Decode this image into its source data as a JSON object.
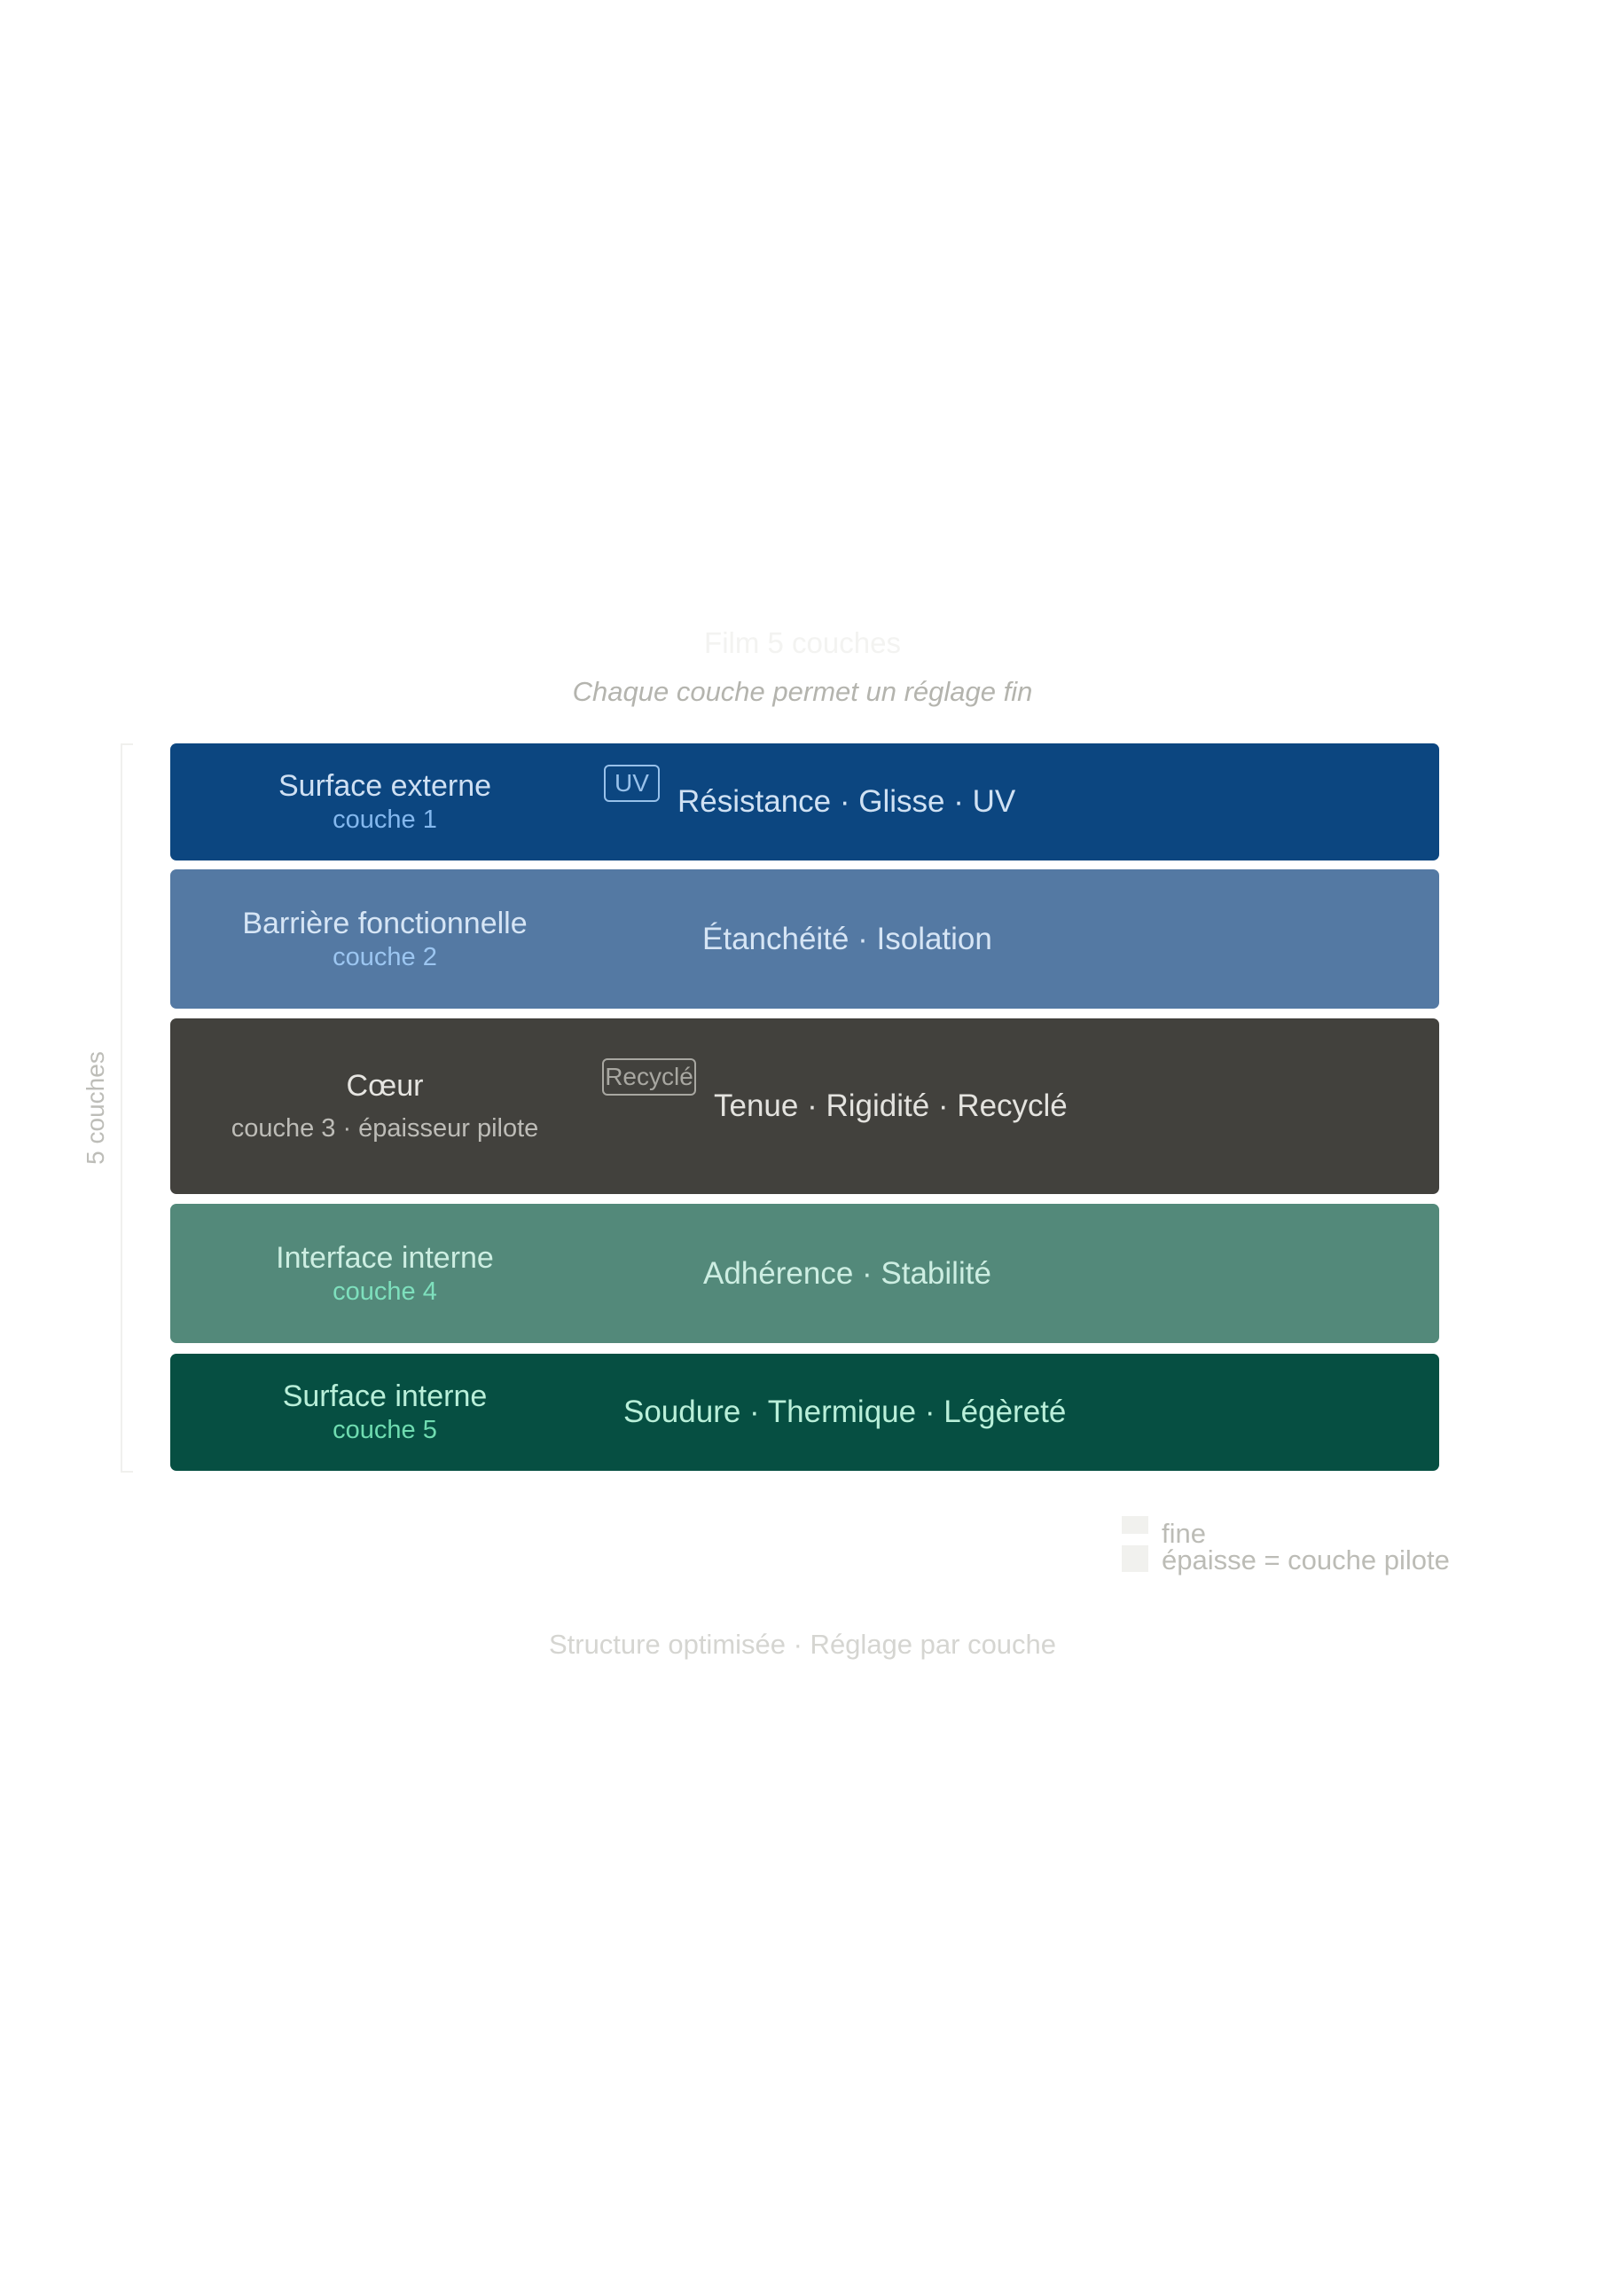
{
  "title": "Film 5 couches",
  "subtitle": "Chaque couche permet un réglage fin",
  "bracket_label": "5 couches",
  "layers": [
    {
      "name": "Surface externe",
      "sub": "couche 1",
      "properties": "Résistance · Glisse · UV",
      "badge": "UV",
      "colors": {
        "fill": "#0c4680",
        "name": "#cfe0f3",
        "sub": "#84b8ee",
        "props": "#d0e1f3",
        "badge": "#98c1ea"
      }
    },
    {
      "name": "Barrière fonctionnelle",
      "sub": "couche 2",
      "properties": "Étanchéité · Isolation",
      "badge": "",
      "colors": {
        "fill": "#5479a3",
        "name": "#d6e5f5",
        "sub": "#9cc6f1",
        "props": "#d6e5f5",
        "badge": ""
      }
    },
    {
      "name": "Cœur",
      "sub": "couche 3 · épaisseur pilote",
      "properties": "Tenue · Rigidité · Recyclé",
      "badge": "Recyclé",
      "colors": {
        "fill": "#42413d",
        "name": "#e6e5e1",
        "sub": "#bdbcb7",
        "props": "#e4e3df",
        "badge": "#a8a7a1"
      }
    },
    {
      "name": "Interface interne",
      "sub": "couche 4",
      "properties": "Adhérence · Stabilité",
      "badge": "",
      "colors": {
        "fill": "#53897a",
        "name": "#cdeee2",
        "sub": "#7ee0bd",
        "props": "#cdeee2",
        "badge": ""
      }
    },
    {
      "name": "Surface interne",
      "sub": "couche 5",
      "properties": "Soudure · Thermique · Légèreté",
      "badge": "",
      "colors": {
        "fill": "#064f42",
        "name": "#b9efd9",
        "sub": "#6fdcb0",
        "props": "#b9efd9",
        "badge": ""
      }
    }
  ],
  "legend": {
    "thin": "fine",
    "thick": "épaisse = couche pilote"
  },
  "footer": "Structure optimisée · Réglage par couche"
}
